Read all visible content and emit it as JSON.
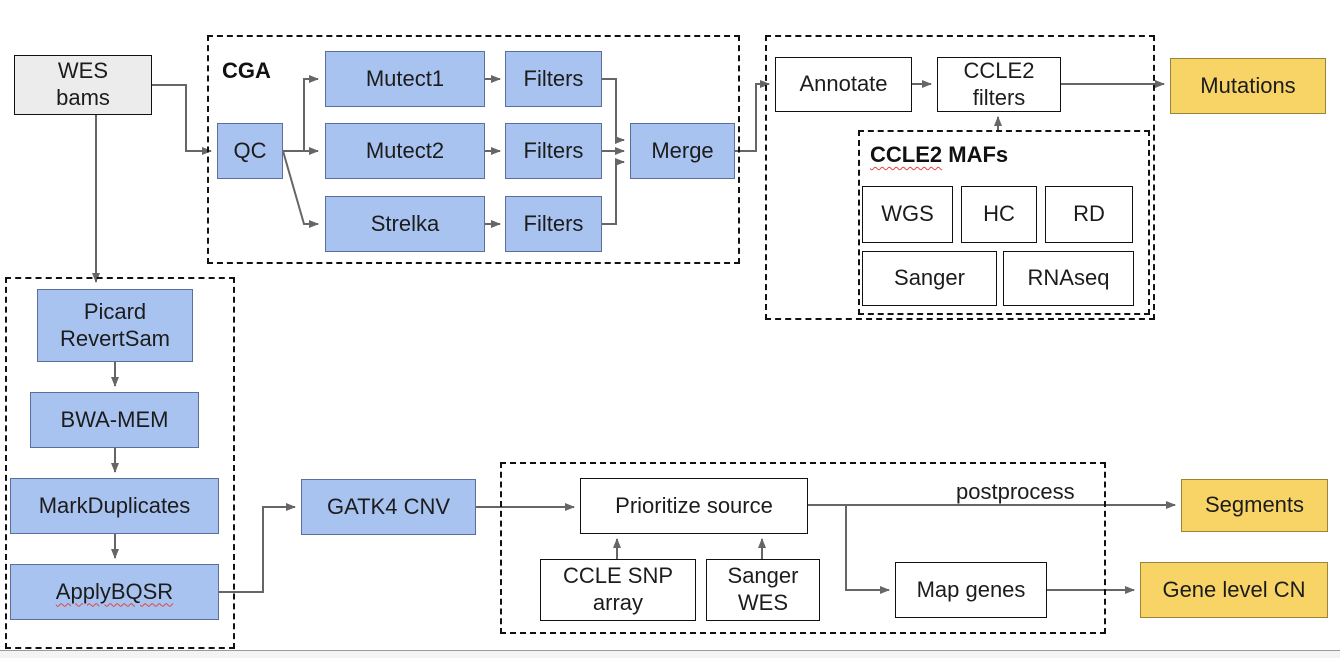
{
  "colors": {
    "blue-fill": "#a9c3f0",
    "blue-border": "#5c6f9c",
    "gray-fill": "#ececec",
    "yellow-fill": "#f8d466",
    "yellow-border": "#9c8434",
    "arrow": "#666666"
  },
  "nodes": {
    "wes_bams": "WES\nbams",
    "qc": "QC",
    "mutect1": "Mutect1",
    "mutect2": "Mutect2",
    "strelka": "Strelka",
    "filters_top": "Filters",
    "filters_mid": "Filters",
    "filters_bottom": "Filters",
    "merge": "Merge",
    "annotate": "Annotate",
    "ccle2_filters": "CCLE2\nfilters",
    "wgs": "WGS",
    "hc": "HC",
    "rd": "RD",
    "sanger": "Sanger",
    "rnaseq": "RNAseq",
    "mutations": "Mutations",
    "picard_revertsam": "Picard\nRevertSam",
    "bwa_mem": "BWA-MEM",
    "mark_duplicates": "MarkDuplicates",
    "apply_bqsr": "ApplyBQSR",
    "gatk4_cnv": "GATK4 CNV",
    "prioritize_source": "Prioritize source",
    "ccle_snp_array": "CCLE SNP\narray",
    "sanger_wes": "Sanger\nWES",
    "map_genes": "Map genes",
    "segments": "Segments",
    "gene_level_cn": "Gene level CN"
  },
  "labels": {
    "cga": "CGA",
    "ccle2_mafs_prefix": "CCLE2",
    "ccle2_mafs_suffix": " MAFs",
    "postprocess": "postprocess"
  }
}
